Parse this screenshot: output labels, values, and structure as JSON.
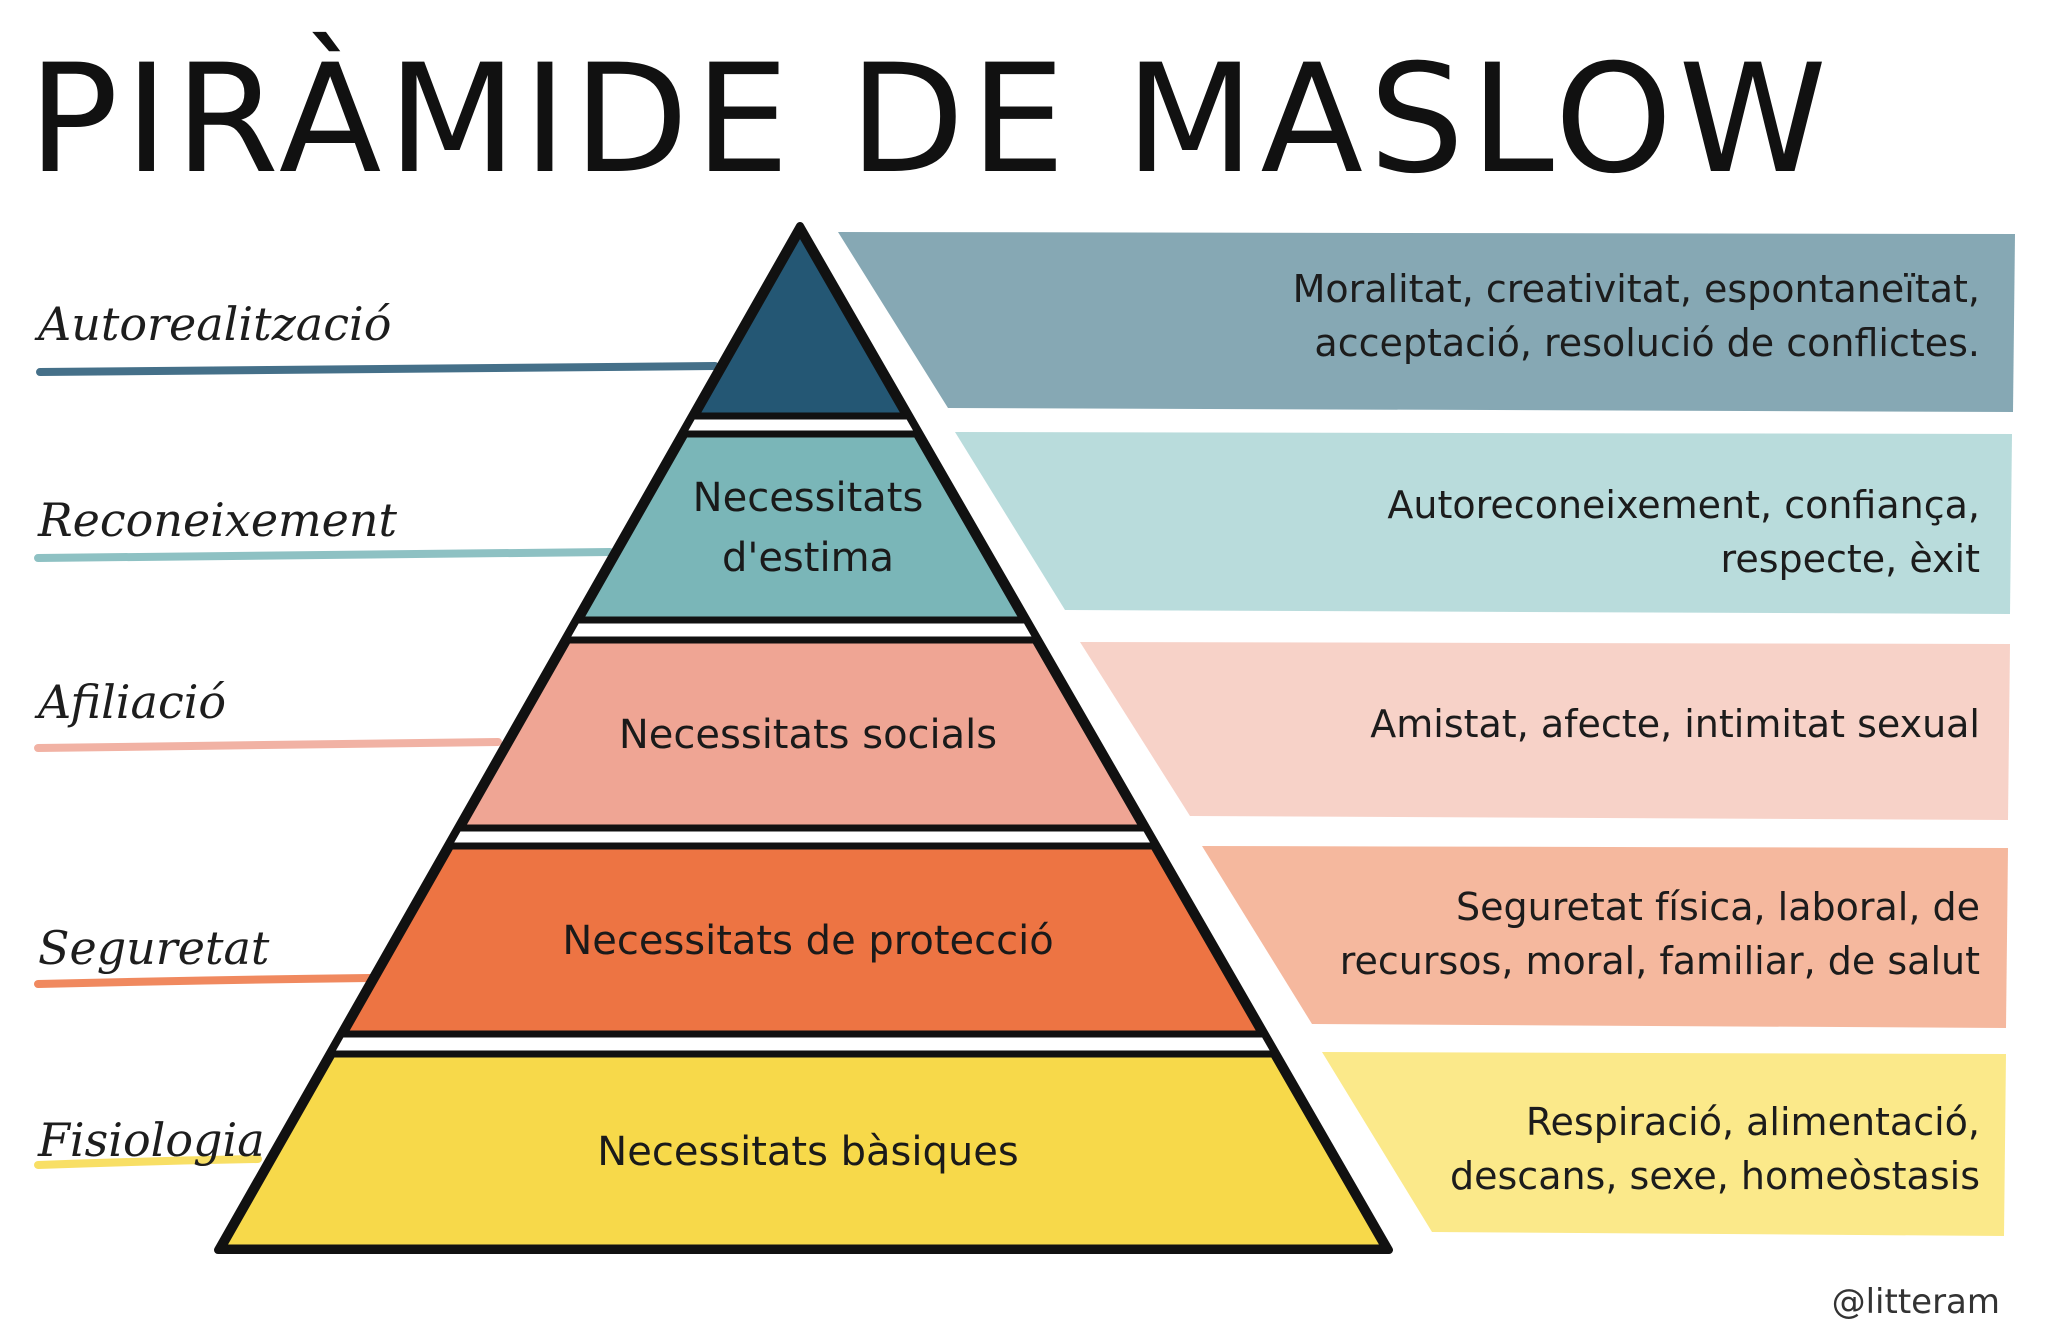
{
  "title": "PIRÀMIDE DE MASLOW",
  "credit": "@litteram",
  "levels": [
    {
      "side_label": "Autorealització",
      "label": "",
      "description": "Moralitat, creativitat, espontaneïtat, acceptació, resolució de conflictes.",
      "color": "#245774",
      "panel_color": "#86a8b4"
    },
    {
      "side_label": "Reconeixement",
      "label": "Necessitats d'estima",
      "description": "Autoreconeixement, confiança, respecte, èxit",
      "color": "#7ab6b8",
      "panel_color": "#b9dcdc"
    },
    {
      "side_label": "Afiliació",
      "label": "Necessitats socials",
      "description": "Amistat, afecte, intimitat sexual",
      "color": "#efa594",
      "panel_color": "#f7d2c8"
    },
    {
      "side_label": "Seguretat",
      "label": "Necessitats de protecció",
      "description": "Seguretat física, laboral, de recursos, moral, familiar, de salut",
      "color": "#ed7443",
      "panel_color": "#f5b89e"
    },
    {
      "side_label": "Fisiologia",
      "label": "Necessitats bàsiques",
      "description": "Respiració, alimentació, descans, sexe, homeòstasis",
      "color": "#f7d94a",
      "panel_color": "#fbe98a"
    }
  ]
}
